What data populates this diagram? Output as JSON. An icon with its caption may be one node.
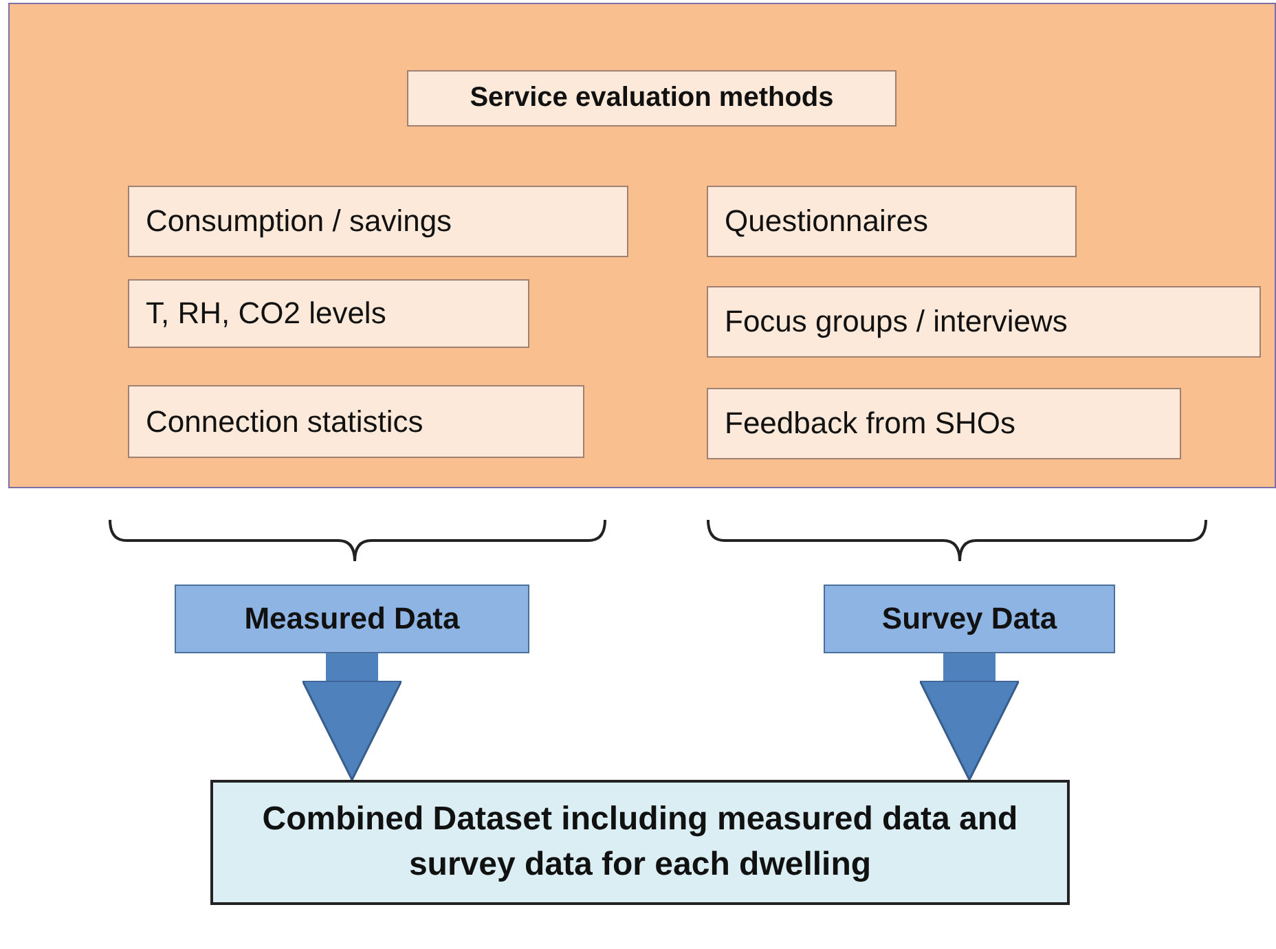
{
  "diagram": {
    "nodes": [
      {
        "text": [],
        "shape": "box"
      },
      {
        "text": [
          "Service evaluation methods"
        ],
        "in": 0
      },
      {
        "text": [
          "Consumption / savings"
        ],
        "in": 0
      },
      {
        "text": [
          "T, RH, CO2 levels"
        ],
        "in": 0
      },
      {
        "text": [
          "Connection statistics"
        ],
        "in": 0
      },
      {
        "text": [
          "Questionnaires"
        ],
        "in": 0
      },
      {
        "text": [
          "Focus groups / interviews"
        ],
        "in": 0
      },
      {
        "text": [
          "Feedback from SHOs"
        ],
        "in": 0
      },
      {
        "text": [
          "Measured Data"
        ]
      },
      {
        "text": [
          "Survey Data"
        ]
      },
      {
        "text": [
          "Combined Dataset including measured data and survey data for each dwelling"
        ]
      }
    ],
    "edges": [
      {
        "from": 8,
        "to": 10,
        "arrow": "to"
      },
      {
        "from": 9,
        "to": 10,
        "arrow": "to"
      }
    ]
  }
}
